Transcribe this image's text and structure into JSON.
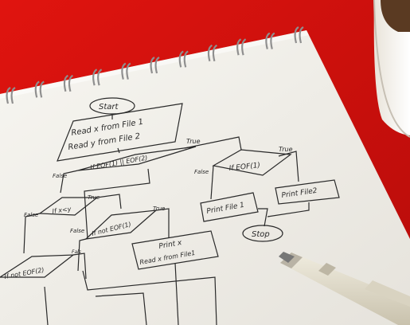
{
  "colors": {
    "table_red": "#d8120f",
    "paper": "#f4f2ec",
    "ink": "#2a2a2a",
    "spiral": "#9a9a9a"
  },
  "flowchart": {
    "start": "Start",
    "read1_line1": "Read x from File 1",
    "read1_line2": "Read y from File 2",
    "cond_eof_or": "If EOF(1) || EOF(2)",
    "label_false_1": "False",
    "label_true_1": "True",
    "cond_eof1": "If EOF(1)",
    "label_false_2": "False",
    "label_true_2": "True",
    "print_file1": "Print File 1",
    "print_file2": "Print File2",
    "stop": "Stop",
    "cond_x_lt_y": "If x<y",
    "label_false_3": "False",
    "label_true_3": "True",
    "label_false_4": "False",
    "cond_not_eof1": "If not EOF(1)",
    "label_true_4": "True",
    "print_x_line1": "Print x",
    "print_x_line2": "Read x from File1",
    "cond_not_eof2": "If not EOF(2)",
    "label_false_5": "Fals"
  },
  "objects": {
    "pen": "pen",
    "mug": "mug"
  }
}
